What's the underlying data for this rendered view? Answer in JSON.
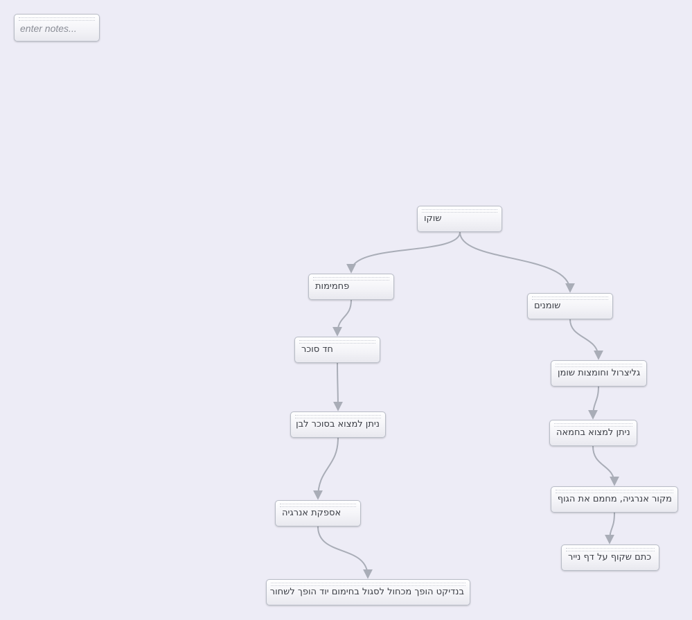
{
  "notes": {
    "placeholder": "enter notes..."
  },
  "colors": {
    "background": "#edecf6",
    "edge": "#a9adb7",
    "node_border": "#b8bcc6",
    "text": "#3a3d44"
  },
  "nodes": {
    "root": {
      "label": "שוקו"
    },
    "left": [
      {
        "label": "פחמימות"
      },
      {
        "label": "חד סוכר"
      },
      {
        "label": "ניתן למצוא בסוכר לבן"
      },
      {
        "label": "אספקת אנרגיה"
      },
      {
        "label": "בנדיקט הופך מכחול לסגול בחימום יוד  הופך לשחור"
      }
    ],
    "right": [
      {
        "label": "שומנים"
      },
      {
        "label": "גליצרול וחומצות שומן"
      },
      {
        "label": "ניתן למצוא בחמאה"
      },
      {
        "label": "מקור אנרגיה, מחמם את הגוף"
      },
      {
        "label": "כתם שקוף על דף נייר"
      }
    ]
  }
}
